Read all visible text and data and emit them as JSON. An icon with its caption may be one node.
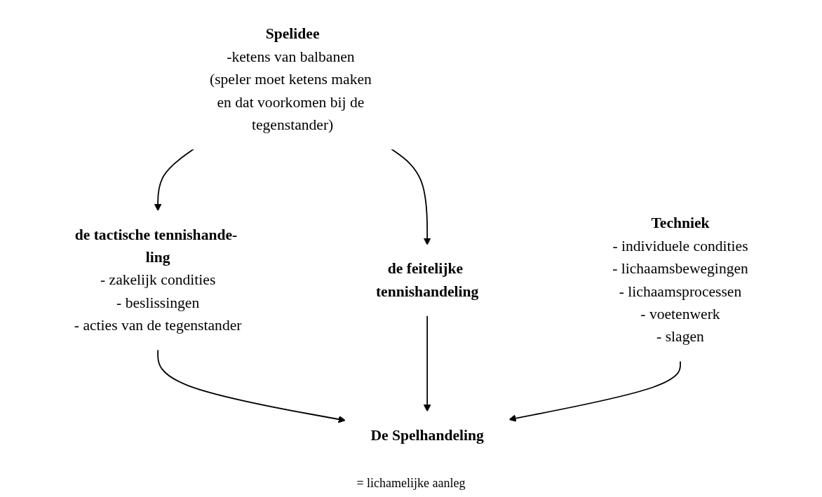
{
  "diagram": {
    "nodes": [
      {
        "text": [
          "Spelidee",
          "-ketens van balbanen (speler moet ketens maken en dat voorkomen bij de tegenstander)"
        ]
      },
      {
        "text": [
          "de tactische tennishande- ling",
          "- zakelijk condities",
          "- beslissingen",
          "- acties van de tegenstander"
        ]
      },
      {
        "text": [
          "de feitelijke tennishandeling"
        ]
      },
      {
        "text": [
          "Techniek",
          "- individuele condities",
          "- lichaamsbewegingen",
          "- lichaamsprocessen",
          "- voetenwerk",
          "- slagen"
        ]
      },
      {
        "text": [
          "De Spelhandeling"
        ]
      }
    ],
    "edges": [
      {
        "from": 0,
        "to": 1,
        "arrow": "to"
      },
      {
        "from": 0,
        "to": 2,
        "arrow": "to"
      },
      {
        "from": 1,
        "to": 4,
        "arrow": "to"
      },
      {
        "from": 2,
        "to": 4,
        "arrow": "to"
      },
      {
        "from": 3,
        "to": 4,
        "arrow": "to"
      }
    ],
    "labels": [
      "= lichamelijke aanleg"
    ]
  }
}
